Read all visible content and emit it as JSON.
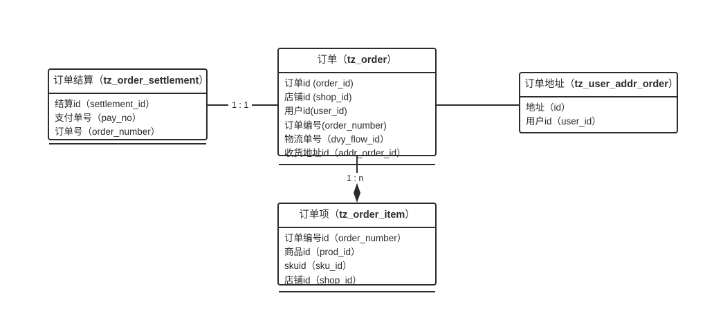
{
  "diagram": {
    "type": "er-diagram",
    "title_present": false,
    "background_color": "#ffffff",
    "line_color": "#2b2b2b",
    "text_color": "#2b2b2b"
  },
  "entities": [
    {
      "id": "tz_order_settlement",
      "name_cn": "订单结算",
      "table": "tz_order_settlement",
      "title_open": "（",
      "title_close": "）",
      "attributes": [
        "结算id（settlement_id）",
        "支付单号（pay_no）",
        "订单号（order_number）"
      ]
    },
    {
      "id": "tz_order",
      "name_cn": "订单",
      "table": "tz_order",
      "title_open": "（",
      "title_close": "）",
      "attributes": [
        "订单id (order_id)",
        "店铺id (shop_id)",
        "用户id(user_id)",
        "订单编号(order_number)",
        "物流单号（dvy_flow_id）",
        "收货地址id（addr_order_id）"
      ]
    },
    {
      "id": "tz_user_addr_order",
      "name_cn": "订单地址",
      "table": "tz_user_addr_order",
      "title_open": "（",
      "title_close": "）",
      "attributes": [
        "地址（id）",
        "用户id（user_id）"
      ]
    },
    {
      "id": "tz_order_item",
      "name_cn": "订单项",
      "table": "tz_order_item",
      "title_open": "（",
      "title_close": "）",
      "attributes": [
        "订单编号id（order_number）",
        "商品id（prod_id）",
        "skuid（sku_id）",
        "店铺id（shop_id）"
      ]
    }
  ],
  "relationships": [
    {
      "id": "settlement-to-order",
      "from": "tz_order_settlement",
      "to": "tz_order",
      "label": "1 : 1",
      "marker": "none",
      "orientation": "horizontal"
    },
    {
      "id": "order-to-addr",
      "from": "tz_order",
      "to": "tz_user_addr_order",
      "label": "",
      "marker": "none",
      "orientation": "horizontal"
    },
    {
      "id": "order-to-item",
      "from": "tz_order",
      "to": "tz_order_item",
      "label": "1 : n",
      "marker": "filled-diamond",
      "orientation": "vertical"
    }
  ]
}
